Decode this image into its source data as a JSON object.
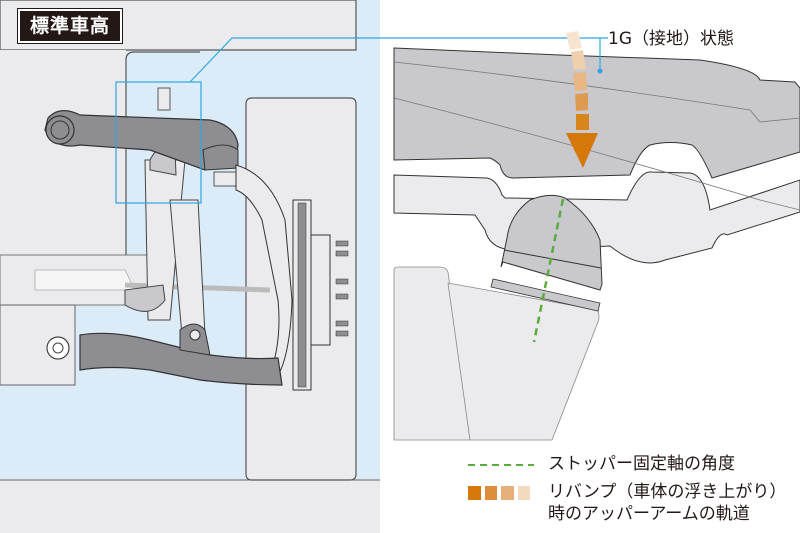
{
  "title_badge": "標準車高",
  "callout_label": "1G（接地）状態",
  "legend": {
    "stopper_axis": "ストッパー固定軸の角度",
    "rebound_line1": "リバンプ（車体の浮き上がり）",
    "rebound_line2": "時のアッパーアームの軌道"
  },
  "colors": {
    "badge_bg": "#231815",
    "left_bg_blue": "#dcebf8",
    "panel_gray": "#ebebed",
    "part_gray": "#8e8d92",
    "body_gray": "#c9c9cd",
    "leader_line": "#2ea7e0",
    "green_dash": "#5aac3c",
    "arrow_orange": "#d4780a",
    "swatches": [
      "#d4780a",
      "#dc8e3c",
      "#e6ae78",
      "#f3d9bd"
    ]
  }
}
